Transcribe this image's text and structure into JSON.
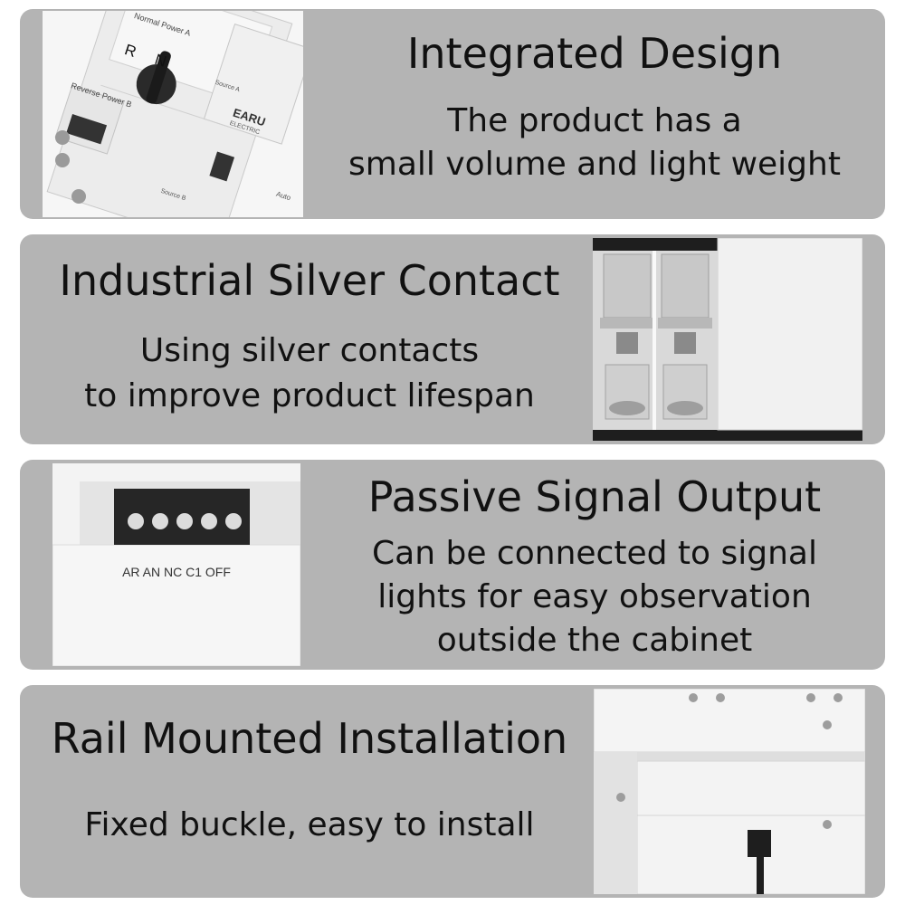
{
  "sections": [
    {
      "title": "Integrated Design",
      "body_lines": [
        "The product has a",
        "small volume and light weight"
      ]
    },
    {
      "title": "Industrial Silver Contact",
      "body_lines": [
        "Using silver contacts",
        "to improve product lifespan"
      ]
    },
    {
      "title": "Passive Signal Output",
      "body_lines": [
        "Can be connected to signal",
        "lights for easy observation",
        "outside the cabinet"
      ]
    },
    {
      "title": "Rail Mounted Installation",
      "body_lines": [
        "Fixed buckle, easy to install"
      ]
    }
  ],
  "device_labels": {
    "normal_power": "Normal Power A",
    "reverse_power": "Reverse Power B",
    "r": "R",
    "n": "N",
    "brand": "EARU",
    "brand_sub": "ELECTRIC",
    "source_a": "Source A",
    "source_b": "Source B",
    "auto": "Auto",
    "terminal_labels": "AR AN NC C1 OFF"
  },
  "colors": {
    "panel": "#b4b4b4",
    "device_white": "#f2f2f2",
    "knob": "#222222"
  }
}
